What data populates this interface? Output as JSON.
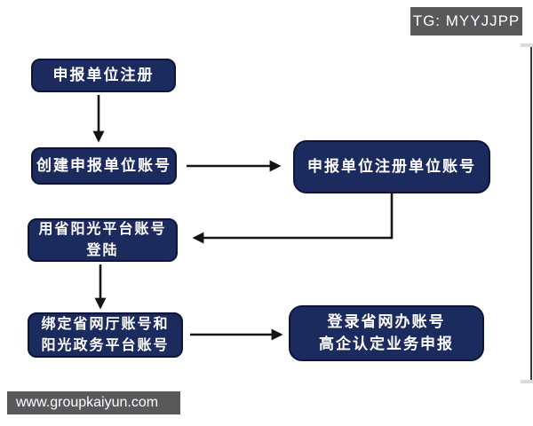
{
  "badge": {
    "label": "TG: MYYJJPP"
  },
  "watermark": {
    "label": "www.groupkaiyun.com"
  },
  "colors": {
    "node_fill": "#1c2b5e",
    "node_border": "#0e1536",
    "node_text": "#ffffff",
    "arrow": "#151515",
    "badge_bg": "#59595b",
    "watermark_bg": "#59595b"
  },
  "flow": {
    "nodes": {
      "register": {
        "line1": "申报单位注册"
      },
      "create_account": {
        "line1": "创建申报单位账号"
      },
      "unit_account": {
        "line1": "申报单位注册单位账号"
      },
      "sunshine_login": {
        "line1": "用省阳光平台账号",
        "line2": "登陆"
      },
      "bind_accounts": {
        "line1": "绑定省网厅账号和",
        "line2": "阳光政务平台账号"
      },
      "declare_business": {
        "line1": "登录省网办账号",
        "line2": "高企认定业务申报"
      }
    },
    "edges": [
      {
        "from": "register",
        "to": "create_account",
        "direction": "down"
      },
      {
        "from": "create_account",
        "to": "unit_account",
        "direction": "right"
      },
      {
        "from": "unit_account",
        "to": "sunshine_login",
        "direction": "down-left"
      },
      {
        "from": "sunshine_login",
        "to": "bind_accounts",
        "direction": "down"
      },
      {
        "from": "bind_accounts",
        "to": "declare_business",
        "direction": "right"
      }
    ]
  }
}
